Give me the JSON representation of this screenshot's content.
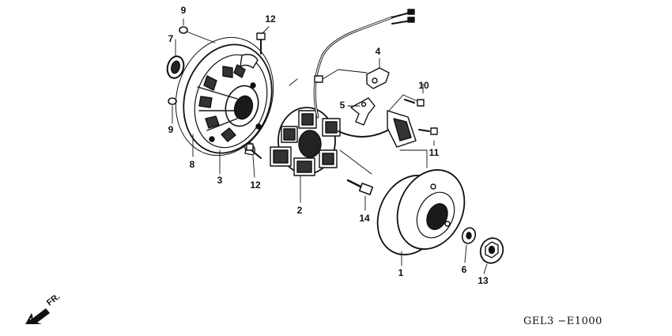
{
  "callouts": {
    "c1": "1",
    "c2": "2",
    "c3": "3",
    "c4": "4",
    "c5": "5",
    "c6": "6",
    "c7": "7",
    "c8": "8",
    "c9a": "9",
    "c9b": "9",
    "c10": "10",
    "c11": "11",
    "c12a": "12",
    "c12b": "12",
    "c13": "13",
    "c14": "14"
  },
  "direction_label": "FR.",
  "diagram_code": "GEL3 −E1000"
}
